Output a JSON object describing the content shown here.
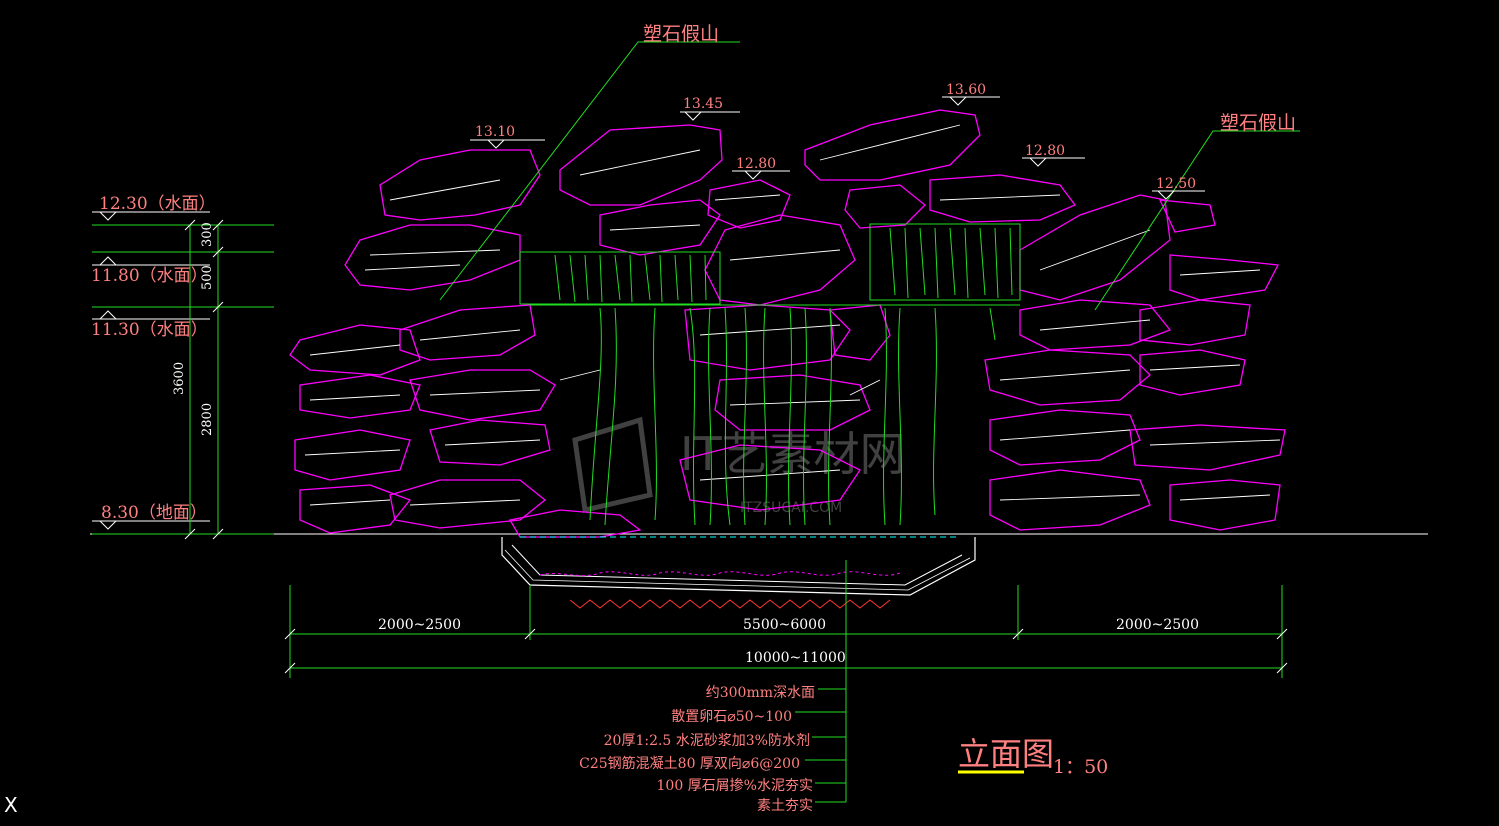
{
  "labels": {
    "rock_left": "塑石假山",
    "rock_right": "塑石假山",
    "title": "立面图",
    "scale": "1：50"
  },
  "elevations": {
    "e1310": "13.10",
    "e1345": "13.45",
    "e1280a": "12.80",
    "e1360": "13.60",
    "e1280b": "12.80",
    "e1250": "12.50",
    "water1": "12.30（水面）",
    "water2": "11.80（水面）",
    "water3": "11.30（水面）",
    "ground": "8.30（地面）"
  },
  "vertical_dims": {
    "d300": "300",
    "d500": "500",
    "d2800": "2800",
    "d3600": "3600"
  },
  "horizontal_dims": {
    "left": "2000~2500",
    "middle": "5500~6000",
    "right": "2000~2500",
    "total": "10000~11000"
  },
  "layers": [
    "约300mm深水面",
    "散置卵石⌀50~100",
    "20厚1:2.5  水泥砂浆加3%防水剂",
    "C25钢筋混凝土80  厚双向⌀6@200",
    "100  厚石屑掺%水泥夯实",
    "素土夯实"
  ],
  "watermark": {
    "main": "IT艺素材网",
    "sub": "ITZSUCAI.COM"
  },
  "corner": "X"
}
